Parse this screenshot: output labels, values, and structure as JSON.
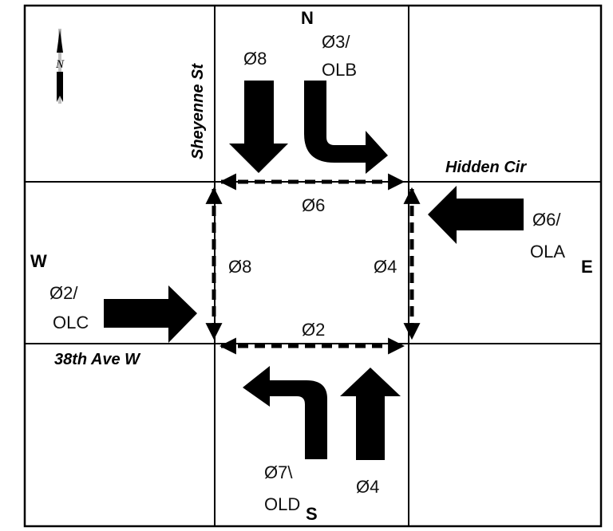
{
  "compass": {
    "north": "N",
    "south": "S",
    "east": "E",
    "west": "W",
    "north_arrow_letter": "N"
  },
  "streets": {
    "north_south": "Sheyenne St",
    "east_leg": "Hidden Cir",
    "west_leg": "38th Ave W"
  },
  "phases": {
    "sb_through": "Ø8",
    "sb_left_line1": "Ø3/",
    "sb_left_line2": "OLB",
    "wb_line1": "Ø6/",
    "wb_line2": "OLA",
    "eb_line1": "Ø2/",
    "eb_line2": "OLC",
    "nb_left_line1": "Ø7\\",
    "nb_left_line2": "OLD",
    "nb_through": "Ø4",
    "ped_north": "Ø6",
    "ped_south": "Ø2",
    "ped_west": "Ø8",
    "ped_east": "Ø4"
  },
  "colors": {
    "ink": "#000000",
    "background": "#ffffff"
  }
}
